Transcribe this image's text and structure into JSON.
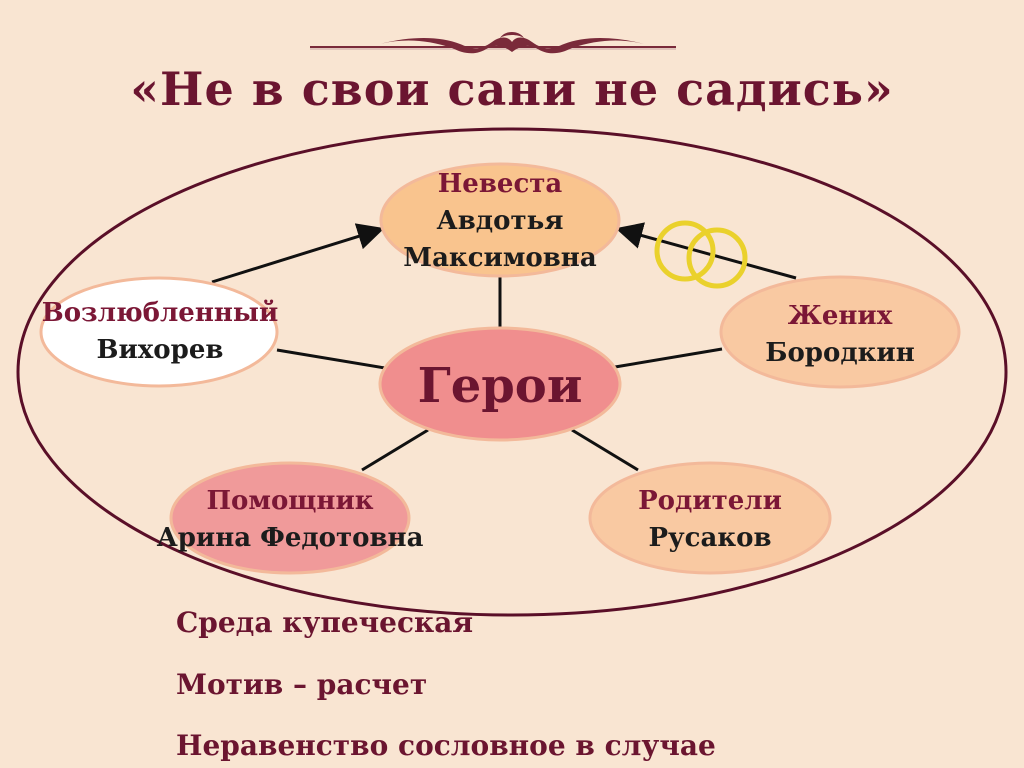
{
  "title": "«Не в свои сани не садись»",
  "center": {
    "label": "Герои"
  },
  "nodes": {
    "bride": {
      "role": "Невеста",
      "name_line1": "Авдотья",
      "name_line2": "Максимовна"
    },
    "lover": {
      "role": "Возлюбленный",
      "name": "Вихорев"
    },
    "groom": {
      "role": "Жених",
      "name": "Бородкин"
    },
    "helper": {
      "role": "Помощник",
      "name": "Арина Федотовна"
    },
    "parents": {
      "role": "Родители",
      "name": "Русаков"
    }
  },
  "bullets": [
    "Среда купеческая",
    "Мотив – расчет",
    "Неравенство сословное в случае"
  ],
  "colors": {
    "background": "#f9e5d2",
    "title": "#6b1530",
    "outer_ring": "#5a0f28",
    "center_fill": "#f08e8e",
    "bride_fill": "#f9c48e",
    "peach_fill": "#f9c9a2",
    "lover_fill": "#ffffff",
    "helper_fill": "#f09a9a",
    "node_stroke": "#f3b99a",
    "rings": "#ead12c"
  },
  "icons": {
    "ornament": "ornament-divider-icon",
    "rings": "wedding-rings-icon"
  }
}
